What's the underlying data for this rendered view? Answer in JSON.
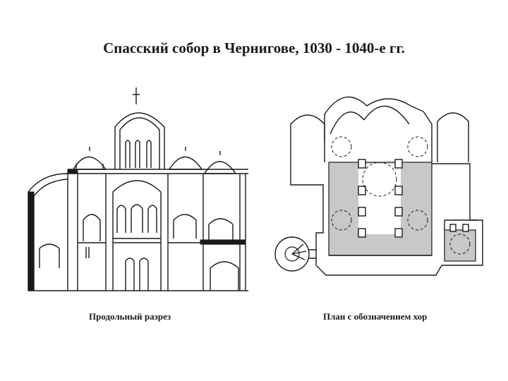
{
  "title": "Спасский собор в Чернигове, 1030 - 1040-е гг.",
  "captions": {
    "section": "Продольный разрез",
    "plan": "План с обозначением хор"
  },
  "colors": {
    "ink": "#1a1a1a",
    "choir_fill": "#c8c8c8",
    "background": "#ffffff"
  }
}
